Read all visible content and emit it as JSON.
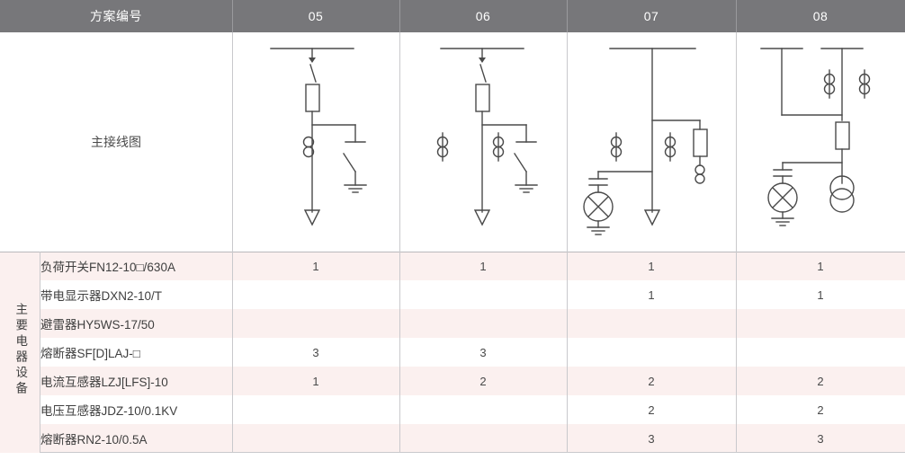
{
  "table": {
    "header": {
      "label": "方案编号",
      "columns": [
        "05",
        "06",
        "07",
        "08"
      ],
      "bg_color": "#77777a",
      "text_color": "#ffffff"
    },
    "diagram_row": {
      "label": "主接线图"
    },
    "side_label": "主要电器设备",
    "rows": [
      {
        "label": "负荷开关FN12-10□/630A",
        "values": [
          "1",
          "1",
          "1",
          "1"
        ],
        "stripe": "pink"
      },
      {
        "label": "带电显示器DXN2-10/T",
        "values": [
          "",
          "",
          "1",
          "1"
        ],
        "stripe": "white"
      },
      {
        "label": "避雷器HY5WS-17/50",
        "values": [
          "",
          "",
          "",
          ""
        ],
        "stripe": "pink"
      },
      {
        "label": "熔断器SF[D]LAJ-□",
        "values": [
          "3",
          "3",
          "",
          ""
        ],
        "stripe": "white"
      },
      {
        "label": "电流互感器LZJ[LFS]-10",
        "values": [
          "1",
          "2",
          "2",
          "2"
        ],
        "stripe": "pink"
      },
      {
        "label": "电压互感器JDZ-10/0.1KV",
        "values": [
          "",
          "",
          "2",
          "2"
        ],
        "stripe": "white"
      },
      {
        "label": "熔断器RN2-10/0.5A",
        "values": [
          "",
          "",
          "3",
          "3"
        ],
        "stripe": "pink"
      }
    ],
    "colors": {
      "stripe_pink": "#fbf0ef",
      "stripe_white": "#ffffff",
      "grid_line": "#c9c9cc",
      "schematic_line": "#4a4a4a"
    }
  }
}
